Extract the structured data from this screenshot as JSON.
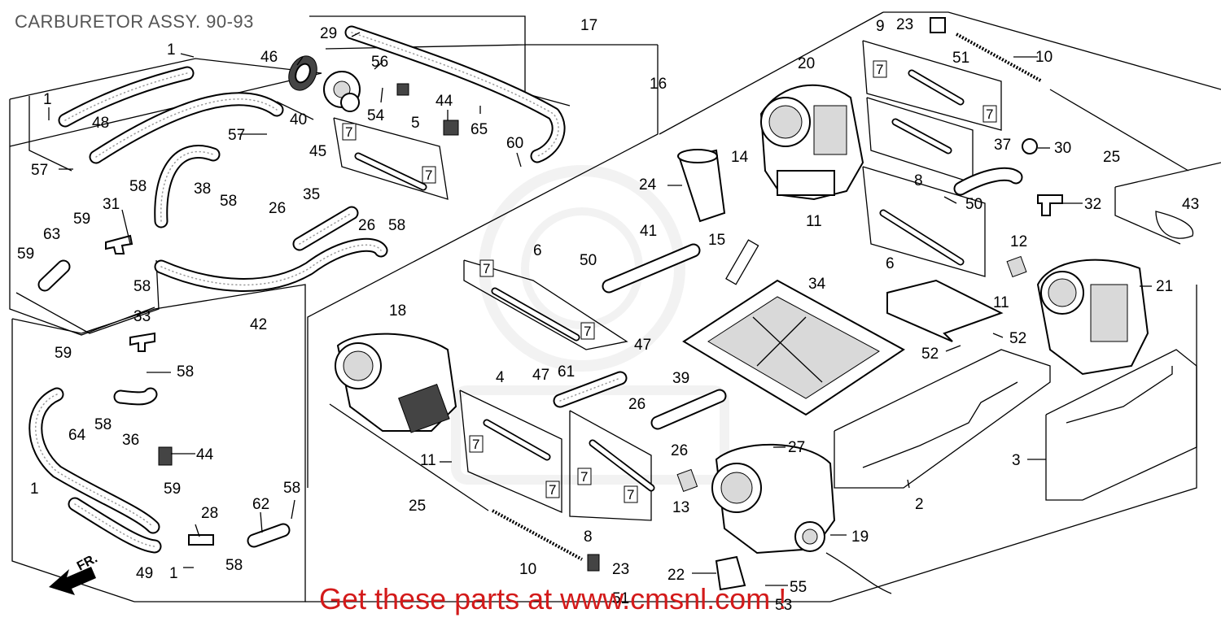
{
  "title": "CARBURETOR ASSY. 90-93",
  "footer": "Get these parts at www.cmsnl.com !",
  "front_marker": "FR.",
  "ref_tag": "7",
  "colors": {
    "footer_text": "#d31a1a",
    "title_text": "#555555",
    "watermark": "#e6e6e6"
  },
  "callouts": {
    "c17": "17",
    "c16": "16",
    "c9": "9",
    "c23a": "23",
    "c51a": "51",
    "c10a": "10",
    "c29": "29",
    "c1a": "1",
    "c46": "46",
    "c56": "56",
    "c20": "20",
    "c48": "48",
    "c1b": "1",
    "c40": "40",
    "c44a": "44",
    "c54": "54",
    "c65": "65",
    "c5": "5",
    "c57a": "57",
    "c45": "45",
    "c60": "60",
    "c37": "37",
    "c30": "30",
    "c25a": "25",
    "c57b": "57",
    "c14": "14",
    "c8a": "8",
    "c58a": "58",
    "c38": "38",
    "c58b": "58",
    "c24": "24",
    "c50a": "50",
    "c32": "32",
    "c43": "43",
    "c31": "31",
    "c59a": "59",
    "c26a": "26",
    "c35": "35",
    "c26b": "26",
    "c58c": "58",
    "c11a": "11",
    "c12": "12",
    "c63": "63",
    "c15": "15",
    "c41": "41",
    "c59b": "59",
    "c6a": "6",
    "c58d": "58",
    "c50b": "50",
    "c6b": "6",
    "c34": "34",
    "c21": "21",
    "c42": "42",
    "c11b": "11",
    "c18": "18",
    "c33": "33",
    "c52a": "52",
    "c52b": "52",
    "c47a": "47",
    "c59c": "59",
    "c58e": "58",
    "c61": "61",
    "c47b": "47",
    "c39": "39",
    "c4": "4",
    "c26c": "26",
    "c58f": "58",
    "c36": "36",
    "c64": "64",
    "c26d": "26",
    "c27": "27",
    "c44b": "44",
    "c11c": "11",
    "c3": "3",
    "c1c": "1",
    "c59d": "59",
    "c28": "28",
    "c62": "62",
    "c58g": "58",
    "c25b": "25",
    "c13": "13",
    "c2": "2",
    "c19": "19",
    "c8b": "8",
    "c49": "49",
    "c1d": "1",
    "c58h": "58",
    "c10b": "10",
    "c23b": "23",
    "c22": "22",
    "c55": "55",
    "c51b": "51",
    "c53": "53"
  }
}
